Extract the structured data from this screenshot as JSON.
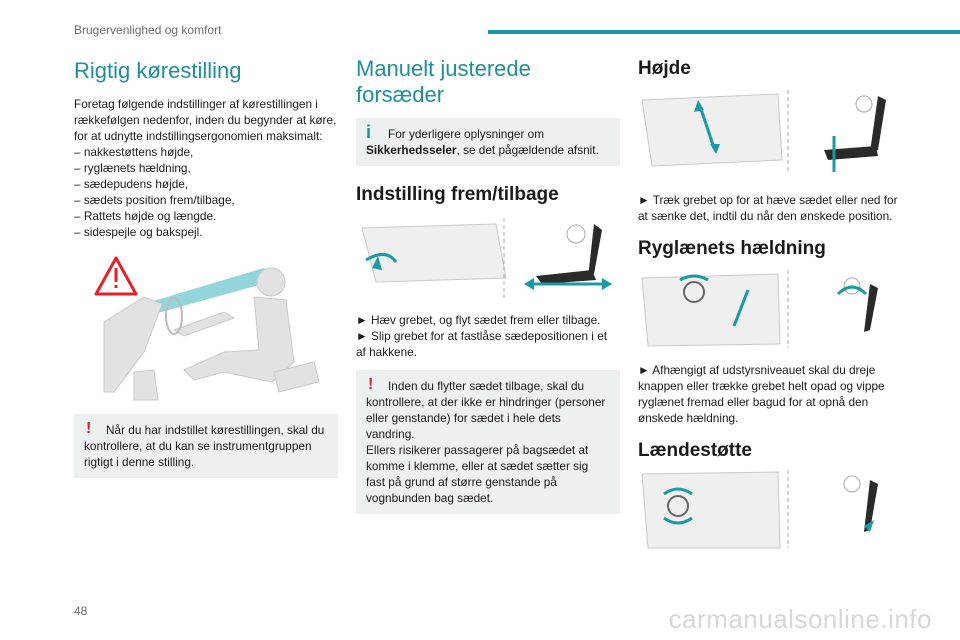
{
  "header": {
    "section_title": "Brugervenlighed og komfort"
  },
  "footer": {
    "page_number": "48",
    "watermark": "carmanualsonline.info"
  },
  "col1": {
    "title": "Rigtig kørestilling",
    "intro": "Foretag følgende indstillinger af kørestillingen i rækkefølgen nedenfor, inden du begynder at køre, for at udnytte indstillingsergonomien maksimalt:",
    "list": [
      "– nakkestøttens højde,",
      "– ryglænets hældning,",
      "– sædepudens højde,",
      "– sædets position frem/tilbage,",
      "– Rattets højde og længde.",
      "– sidespejle og bakspejl."
    ],
    "warning": "Når du har indstillet kørestillingen, skal du kontrollere, at du kan se instrumentgruppen rigtigt i denne stilling."
  },
  "col2": {
    "title": "Manuelt justerede forsæder",
    "info_prefix": "For yderligere oplysninger om ",
    "info_bold": "Sikkerhedsseler",
    "info_suffix": ", se det pågældende afsnit.",
    "section_title": "Indstilling frem/tilbage",
    "step1": "► Hæv grebet, og flyt sædet frem eller tilbage.",
    "step2": "► Slip grebet for at fastlåse sædepositionen i et af hakkene.",
    "warning": "Inden du flytter sædet tilbage, skal du kontrollere, at der ikke er hindringer (personer eller genstande) for sædet i hele dets vandring.\nEllers risikerer passagerer på bagsædet at komme i klemme, eller at sædet sætter sig fast på grund af større genstande på vognbunden bag sædet."
  },
  "col3": {
    "height_title": "Højde",
    "height_text": "► Træk grebet op for at hæve sædet eller ned for at sænke det, indtil du når den ønskede position.",
    "recline_title": "Ryglænets hældning",
    "recline_text": "► Afhængigt af udstyrsniveauet skal du dreje knappen eller trække grebet helt opad og vippe ryglænet fremad eller bagud for at opnå den ønskede hældning.",
    "lumbar_title": "Lændestøtte"
  },
  "colors": {
    "accent": "#1a9aa5",
    "warning": "#e4202b",
    "box_bg": "#edf0f1"
  },
  "icons": [
    "warning-triangle-icon",
    "info-icon",
    "exclamation-icon"
  ]
}
